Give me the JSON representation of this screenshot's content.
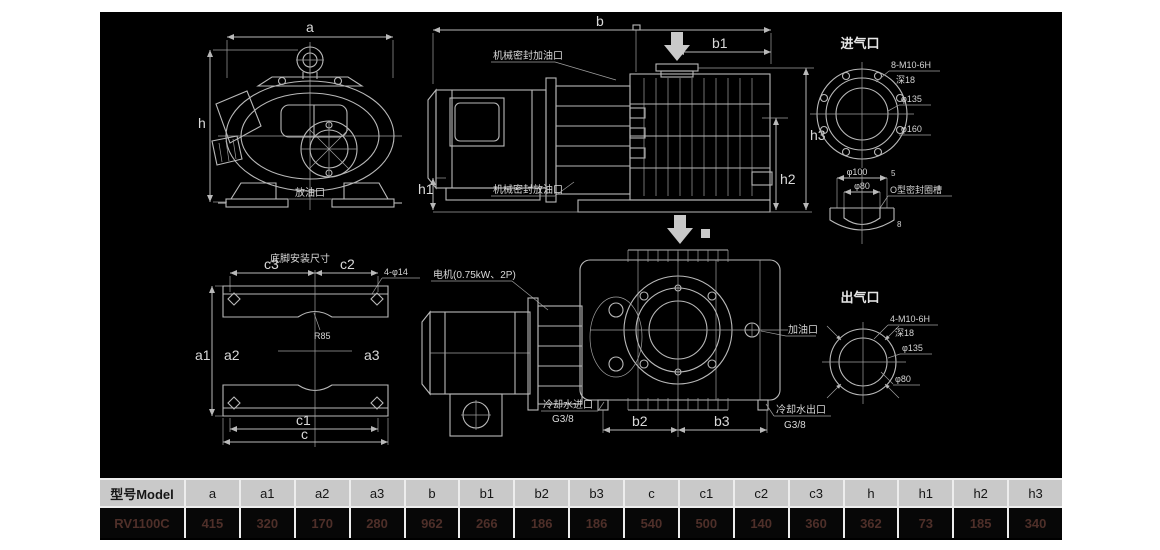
{
  "colors": {
    "page_bg": "#ffffff",
    "canvas_bg": "#000000",
    "line": "#b9b9b9",
    "label_text": "#d9d9d9",
    "table_header_bg": "#c9c9c9",
    "table_header_text": "#161616",
    "table_row_bg": "#070707",
    "table_row_text": "#4e2f29"
  },
  "views": {
    "front": {
      "dim_a": "a",
      "dim_h": "h",
      "drain_label": "放油口"
    },
    "side_top": {
      "dim_b": "b",
      "dim_b1": "b1",
      "dim_h1": "h1",
      "dim_h2": "h2",
      "dim_h3": "h3",
      "seal_fill_label": "机械密封加油口",
      "seal_drain_label": "机械密封放油口"
    },
    "inlet": {
      "title": "进气口",
      "bolt_spec": "8-M10-6H",
      "depth": "深18",
      "d1": "φ135",
      "d2": "φ160"
    },
    "oring": {
      "d1": "φ100",
      "d2": "φ80",
      "step": "5",
      "depth": "8",
      "label": "O型密封圈槽"
    },
    "foot": {
      "title": "底脚安装尺寸",
      "dim_c3": "c3",
      "dim_c2": "c2",
      "holes": "4-φ14",
      "dim_a1": "a1",
      "dim_a2": "a2",
      "dim_a3": "a3",
      "radius": "R85",
      "dim_c1": "c1",
      "dim_c": "c"
    },
    "side_bottom": {
      "motor_label": "电机(0.75kW、2P)",
      "oil_fill_label": "加油口",
      "water_in_label": "冷却水进口",
      "water_in_thread": "G3/8",
      "water_out_label": "冷却水出口",
      "water_out_thread": "G3/8",
      "dim_b2": "b2",
      "dim_b3": "b3"
    },
    "outlet": {
      "title": "出气口",
      "bolt_spec": "4-M10-6H",
      "depth": "深18",
      "d1": "φ135",
      "d2": "φ80"
    }
  },
  "table": {
    "headers": [
      "型号Model",
      "a",
      "a1",
      "a2",
      "a3",
      "b",
      "b1",
      "b2",
      "b3",
      "c",
      "c1",
      "c2",
      "c3",
      "h",
      "h1",
      "h2",
      "h3"
    ],
    "rows": [
      {
        "model": "RV1100C",
        "values": [
          "415",
          "320",
          "170",
          "280",
          "962",
          "266",
          "186",
          "186",
          "540",
          "500",
          "140",
          "360",
          "362",
          "73",
          "185",
          "340"
        ]
      }
    ]
  }
}
